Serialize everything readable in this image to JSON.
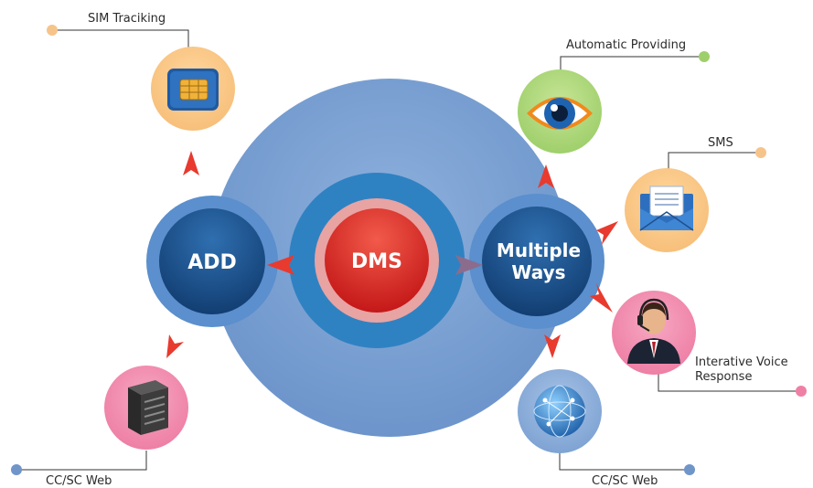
{
  "center": {
    "label": "DMS"
  },
  "left_hub": {
    "label": "ADD"
  },
  "right_hub": {
    "label_line1": "Multiple",
    "label_line2": "Ways"
  },
  "nodes": {
    "sim_tracking": {
      "label": "SIM Traciking",
      "icon": "sim-card-icon",
      "dot_color": "#f6c48a"
    },
    "cc_sc_web_left": {
      "label": "CC/SC Web",
      "icon": "server-rack-icon",
      "dot_color": "#6f95c9"
    },
    "automatic_providing": {
      "label": "Automatic Providing",
      "icon": "eye-icon",
      "dot_color": "#9fcf6b"
    },
    "sms": {
      "label": "SMS",
      "icon": "envelope-icon",
      "dot_color": "#f6c48a"
    },
    "ivr": {
      "label_line1": "Interative Voice",
      "label_line2": "Response",
      "icon": "operator-headset-icon",
      "dot_color": "#ef7fa4"
    },
    "cc_sc_web_right": {
      "label": "CC/SC Web",
      "icon": "globe-network-icon",
      "dot_color": "#6f95c9"
    }
  },
  "colors": {
    "big_circle": "#7aa0d2",
    "hub_ring": "#4f86c6",
    "hub_core": "#1b4f8a",
    "center_ring": "#2f80c0",
    "center_core": "#dd2a2a",
    "arrow": "#e83a2e"
  }
}
